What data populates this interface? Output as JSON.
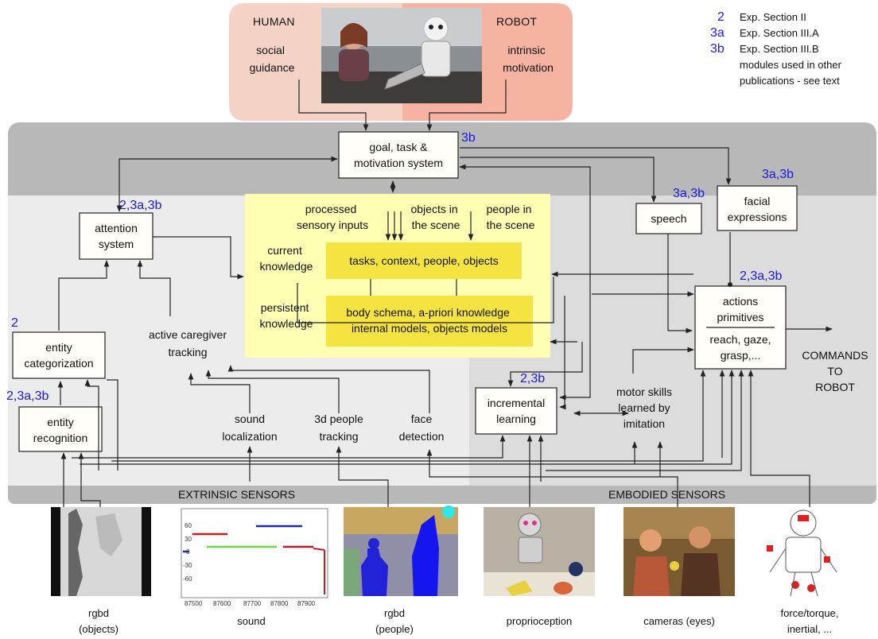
{
  "human_label": "HUMAN",
  "robot_label": "ROBOT",
  "social_guidance": [
    "social",
    "guidance"
  ],
  "intrinsic_motivation": [
    "intrinsic",
    "motivation"
  ],
  "legend": [
    {
      "key": "2",
      "text": "Exp. Section II"
    },
    {
      "key": "3a",
      "text": "Exp. Section III.A"
    },
    {
      "key": "3b",
      "text": "Exp. Section III.B"
    }
  ],
  "legend_extra": [
    "modules used in other",
    "publications - see text"
  ],
  "modules": {
    "goal": {
      "lines": [
        "goal, task &",
        "motivation system"
      ],
      "tag": "3b"
    },
    "attention": {
      "lines": [
        "attention",
        "system"
      ],
      "tag": "2,3a,3b"
    },
    "speech": {
      "lines": [
        "speech"
      ],
      "tag": "3a,3b"
    },
    "facial": {
      "lines": [
        "facial",
        "expressions"
      ],
      "tag": "3a,3b"
    },
    "actions": {
      "title": [
        "actions",
        "primitives"
      ],
      "sub": [
        "reach, gaze,",
        "grasp,..."
      ],
      "tag": "2,3a,3b"
    },
    "categorization": {
      "lines": [
        "entity",
        "categorization"
      ],
      "tag": "2"
    },
    "recognition": {
      "lines": [
        "entity",
        "recognition"
      ],
      "tag": "2,3a,3b"
    },
    "incremental": {
      "lines": [
        "incremental",
        "learning"
      ],
      "tag": "2,3b"
    }
  },
  "knowledge": {
    "processed": [
      "processed",
      "sensory inputs"
    ],
    "objects_scene": [
      "objects in",
      "the scene"
    ],
    "people_scene": [
      "people in",
      "the scene"
    ],
    "current_label": [
      "current",
      "knowledge"
    ],
    "current_box": "tasks, context, people, objects",
    "persistent_label": [
      "persistent",
      "knowledge"
    ],
    "persistent_box": [
      "body schema, a-priori knowledge",
      "internal models, objects models"
    ]
  },
  "floating": {
    "caregiver": [
      "active caregiver",
      "tracking"
    ],
    "sound_loc": [
      "sound",
      "localization"
    ],
    "people_tracking": [
      "3d people",
      "tracking"
    ],
    "face_detection": [
      "face",
      "detection"
    ],
    "motor_skills": [
      "motor skills",
      "learned by",
      "imitation"
    ],
    "commands": [
      "COMMANDS",
      "TO",
      "ROBOT"
    ]
  },
  "sensor_groups": {
    "extrinsic": "EXTRINSIC SENSORS",
    "embodied": "EMBODIED SENSORS"
  },
  "sensors": [
    {
      "label": [
        "rgbd",
        "(objects)"
      ]
    },
    {
      "label": [
        "sound"
      ]
    },
    {
      "label": [
        "rgbd",
        "(people)"
      ]
    },
    {
      "label": [
        "proprioception"
      ]
    },
    {
      "label": [
        "cameras (eyes)"
      ]
    },
    {
      "label": [
        "force/torque,",
        "inertial, ..."
      ]
    }
  ],
  "sound_plot": {
    "x_ticks": [
      "87500",
      "87600",
      "87700",
      "87800",
      "87900"
    ],
    "y_ticks": [
      "60",
      "30",
      "0",
      "-30",
      "-60"
    ]
  },
  "colors": {
    "human": "#f4d2c6",
    "robot": "#f7b3a1",
    "top_band": "#b8b8b8",
    "left_panel": "#ececec",
    "right_panel": "#dcdcdc",
    "knowledge": "#ffffb4",
    "knowledge_box": "#f5e342",
    "tag": "#1a1adc"
  }
}
